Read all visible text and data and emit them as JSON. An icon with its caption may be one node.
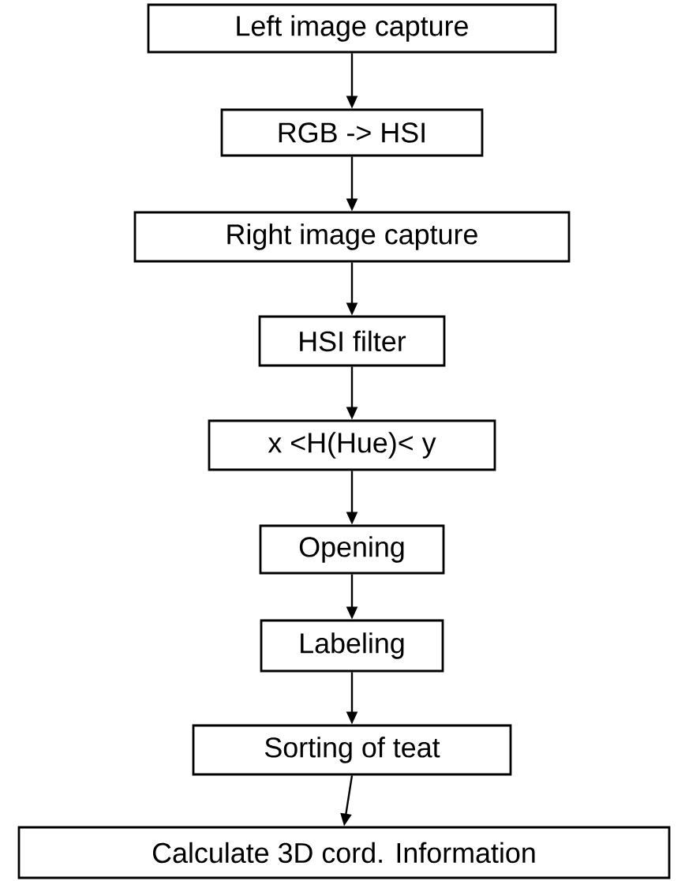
{
  "diagram": {
    "nodes": [
      {
        "text": [
          "Left image capture"
        ]
      },
      {
        "text": [
          "RGB -> HSI"
        ]
      },
      {
        "text": [
          "Right image capture"
        ]
      },
      {
        "text": [
          "HSI filter"
        ]
      },
      {
        "text": [
          "x <H(Hue)< y"
        ]
      },
      {
        "text": [
          "Opening"
        ]
      },
      {
        "text": [
          "Labeling"
        ]
      },
      {
        "text": [
          "Sorting of teat"
        ]
      },
      {
        "text": [
          "Calculate 3D cord. Information"
        ]
      }
    ],
    "edges": [
      {
        "from": 0,
        "to": 1,
        "arrow": "to"
      },
      {
        "from": 1,
        "to": 2,
        "arrow": "to"
      },
      {
        "from": 2,
        "to": 3,
        "arrow": "to"
      },
      {
        "from": 3,
        "to": 4,
        "arrow": "to"
      },
      {
        "from": 4,
        "to": 5,
        "arrow": "to"
      },
      {
        "from": 5,
        "to": 6,
        "arrow": "to"
      },
      {
        "from": 6,
        "to": 7,
        "arrow": "to"
      },
      {
        "from": 7,
        "to": 8,
        "arrow": "to"
      }
    ]
  }
}
